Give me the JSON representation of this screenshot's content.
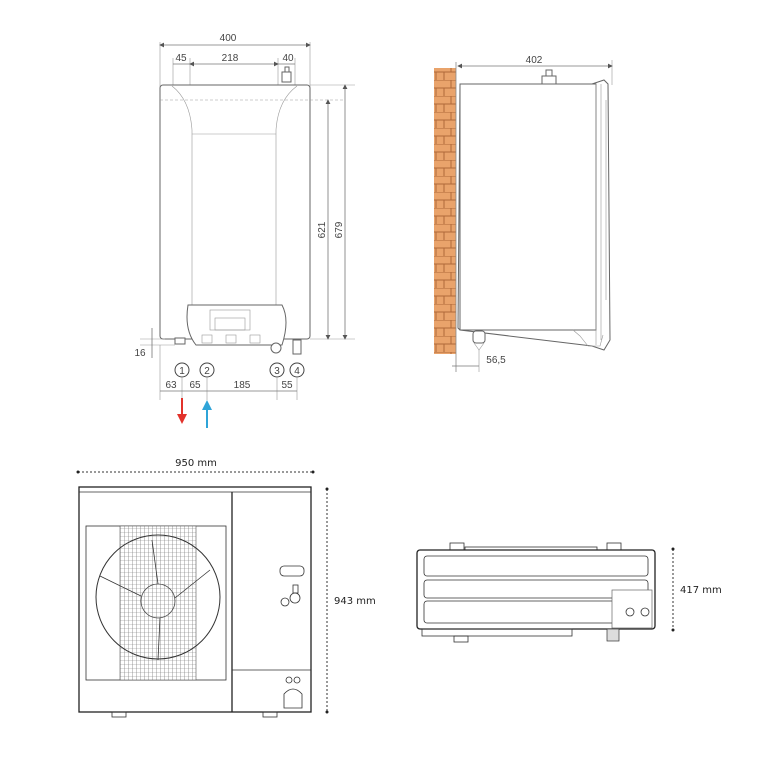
{
  "indoor_front": {
    "width_total": "400",
    "offset_left": "45",
    "pipe_span": "218",
    "offset_right": "40",
    "height_inner": "621",
    "height_total": "679",
    "bottom_offset": "16",
    "connections": [
      "1",
      "2",
      "3",
      "4"
    ],
    "spacing": [
      "63",
      "65",
      "185",
      "55"
    ],
    "arrow_colors": {
      "outflow": "#e2322b",
      "inflow": "#2fa4d8"
    }
  },
  "indoor_side": {
    "depth": "402",
    "pipe_offset": "56,5",
    "wall_color": "#e9a36b",
    "mortar_color": "#b0683a"
  },
  "outdoor_front": {
    "width": "950 mm",
    "height": "943 mm"
  },
  "outdoor_top": {
    "height": "417 mm"
  }
}
